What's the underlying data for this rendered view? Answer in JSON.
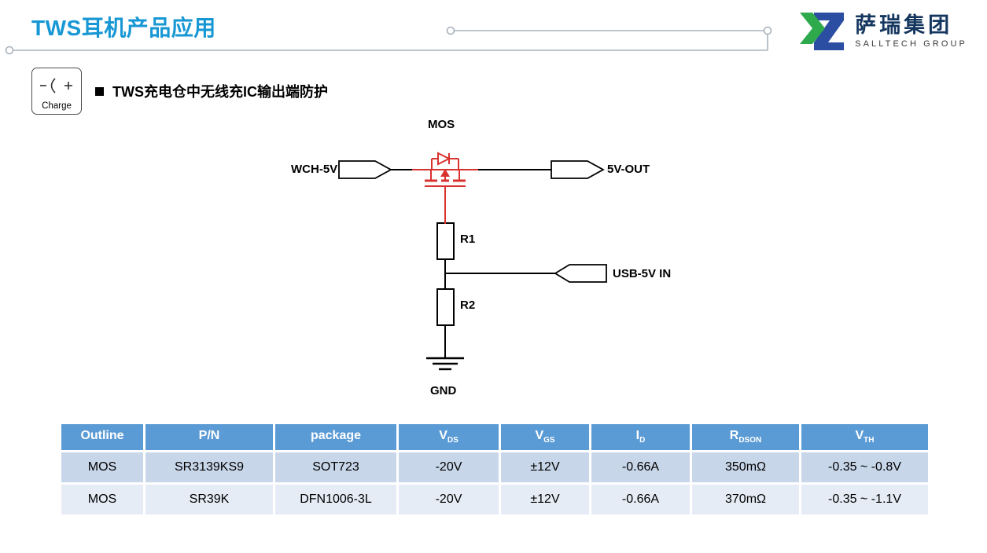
{
  "slide": {
    "title": "TWS耳机产品应用",
    "section_heading": "TWS充电仓中无线充IC输出端防护"
  },
  "logo": {
    "name_cn": "萨瑞集团",
    "name_en": "SALLTECH GROUP"
  },
  "charge_badge": {
    "label": "Charge"
  },
  "circuit": {
    "labels": {
      "mos": "MOS",
      "input": "WCH-5V",
      "output": "5V-OUT",
      "r1": "R1",
      "r2": "R2",
      "usb": "USB-5V IN",
      "gnd": "GND"
    }
  },
  "table": {
    "headers": [
      {
        "base": "Outline",
        "sub": ""
      },
      {
        "base": "P/N",
        "sub": ""
      },
      {
        "base": "package",
        "sub": ""
      },
      {
        "base": "V",
        "sub": "DS"
      },
      {
        "base": "V",
        "sub": "GS"
      },
      {
        "base": "I",
        "sub": "D"
      },
      {
        "base": "R",
        "sub": "DSON"
      },
      {
        "base": "V",
        "sub": "TH"
      }
    ],
    "rows": [
      [
        "MOS",
        "SR3139KS9",
        "SOT723",
        "-20V",
        "±12V",
        "-0.66A",
        "350mΩ",
        "-0.35 ~ -0.8V"
      ],
      [
        "MOS",
        "SR39K",
        "DFN1006-3L",
        "-20V",
        "±12V",
        "-0.66A",
        "370mΩ",
        "-0.35 ~ -1.1V"
      ]
    ]
  },
  "colors": {
    "title_accent": "#1797D4",
    "circuit_red": "#D8322F",
    "table_header_bg": "#5B9BD5",
    "table_row1_bg": "#C8D6E9",
    "table_row2_bg": "#E6ECF5",
    "logo_green": "#2EA94C",
    "logo_blue": "#2B4EA2"
  }
}
